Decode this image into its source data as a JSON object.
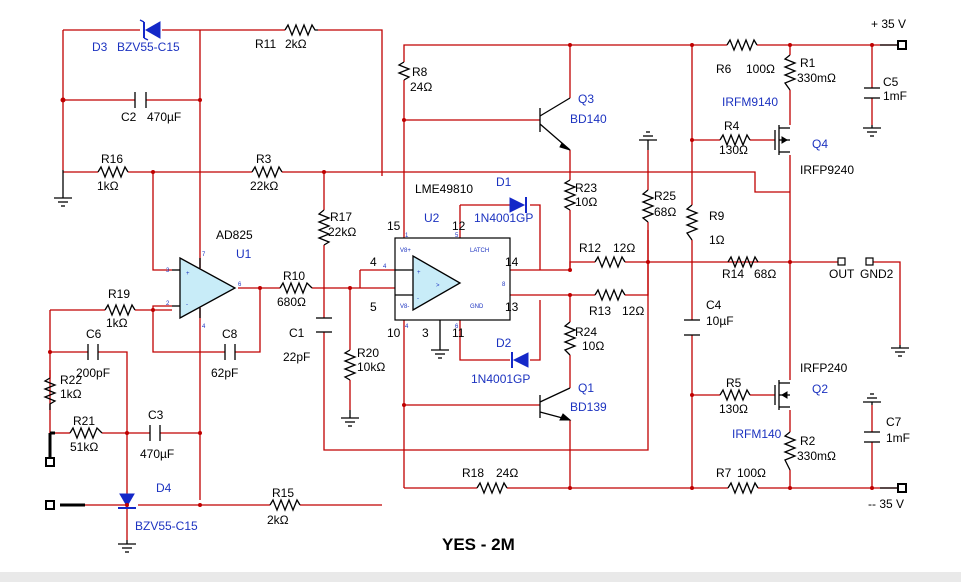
{
  "title": "YES - 2M",
  "supplies": {
    "pos": "+ 35 V",
    "neg": "-- 35 V"
  },
  "ic": {
    "u1": {
      "part": "AD825",
      "ref": "U1",
      "pins": [
        "3",
        "2",
        "7",
        "6",
        "4"
      ]
    },
    "u2": {
      "part": "LME49810",
      "ref": "U2",
      "pins": [
        "15",
        "12",
        "4",
        "5",
        "10",
        "3",
        "11",
        "14",
        "13"
      ],
      "internal": [
        "V8+",
        "LATCH",
        "V8-",
        "GND",
        "1",
        "5",
        "8",
        "6",
        "4",
        "4",
        "+",
        "-",
        ">"
      ]
    }
  },
  "labels": {
    "D3": "D3",
    "D3v": "BZV55-C15",
    "R11": "R11",
    "R11v": "2kΩ",
    "C2": "C2",
    "C2v": "470µF",
    "R16": "R16",
    "R16v": "1kΩ",
    "R3": "R3",
    "R3v": "22kΩ",
    "R8": "R8",
    "R8v": "24Ω",
    "Q3": "Q3",
    "Q3v": "BD140",
    "D1": "D1",
    "D1v": "1N4001GP",
    "R23": "R23",
    "R23v": "10Ω",
    "R25": "R25",
    "R25v": "68Ω",
    "R9": "R9",
    "R9v": "1Ω",
    "R6": "R6",
    "R6v": "100Ω",
    "R1": "R1",
    "R1v": "330mΩ",
    "IRFM9140": "IRFM9140",
    "R4": "R4",
    "R4v": "130Ω",
    "Q4": "Q4",
    "Q4v": "IRFP9240",
    "C5": "C5",
    "C5v": "1mF",
    "R17": "R17",
    "R17v": "22kΩ",
    "R10": "R10",
    "R10v": "680Ω",
    "R19": "R19",
    "R19v": "1kΩ",
    "C6": "C6",
    "C6v": "200pF",
    "C8": "C8",
    "C8v": "62pF",
    "C1": "C1",
    "C1v": "22pF",
    "R20": "R20",
    "R20v": "10kΩ",
    "R22": "R22",
    "R22v": "1kΩ",
    "R21": "R21",
    "R21v": "51kΩ",
    "C3": "C3",
    "C3v": "470µF",
    "R12": "R12",
    "R12v": "12Ω",
    "R14": "R14",
    "R14v": "68Ω",
    "OUT": "OUT",
    "GND2": "GND2",
    "R13": "R13",
    "R13v": "12Ω",
    "C4": "C4",
    "C4v": "10µF",
    "R24": "R24",
    "R24v": "10Ω",
    "D2": "D2",
    "D2v": "1N4001GP",
    "Q1": "Q1",
    "Q1v": "BD139",
    "IRFP240": "IRFP240",
    "Q2": "Q2",
    "R5": "R5",
    "R5v": "130Ω",
    "IRFM140": "IRFM140",
    "R2": "R2",
    "R2v": "330mΩ",
    "C7": "C7",
    "C7v": "1mF",
    "R18": "R18",
    "R18v": "24Ω",
    "R7": "R7",
    "R7v": "100Ω",
    "D4": "D4",
    "D4v": "BZV55-C15",
    "R15": "R15",
    "R15v": "2kΩ"
  }
}
